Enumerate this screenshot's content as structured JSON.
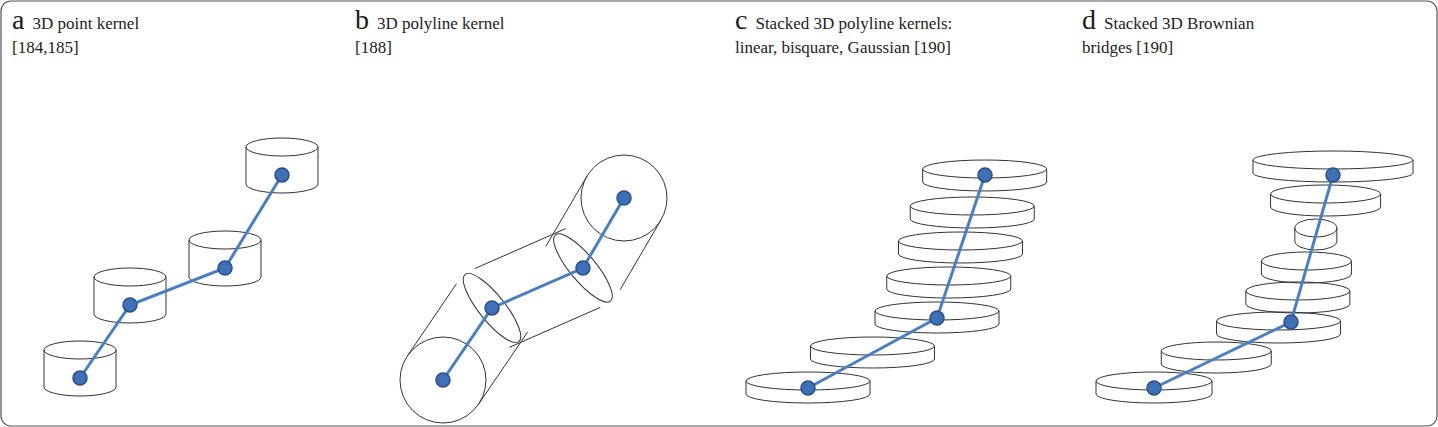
{
  "diagram": {
    "labels": [
      "a",
      "3D point kernel [184,185]",
      "b",
      "3D polyline kernel [188]",
      "c",
      "Stacked 3D polyline kernels: linear, bisquare, Gaussian [190]",
      "d",
      "Stacked 3D Brownian bridges [190]"
    ]
  }
}
